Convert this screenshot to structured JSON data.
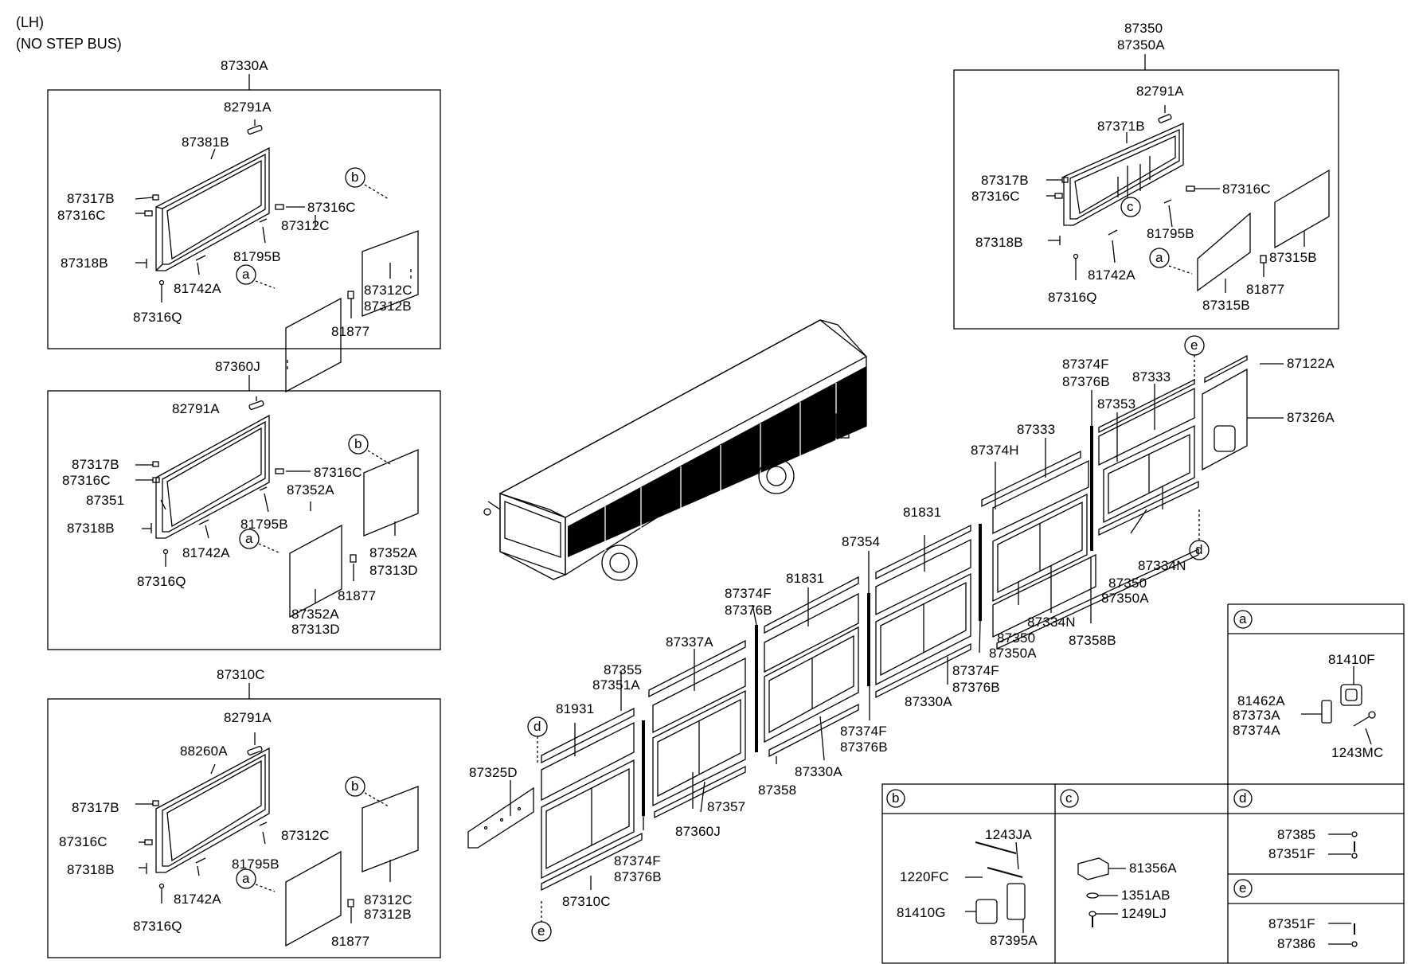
{
  "header": {
    "line1": "(LH)",
    "line2": "(NO STEP BUS)"
  },
  "boxes": {
    "b1": {
      "title": "87330A",
      "p1": "82791A",
      "p2": "87381B",
      "p3": "87317B",
      "p4": "87316C",
      "p5": "87316C",
      "p6": "87312C",
      "p7": "87318B",
      "p8": "81795B",
      "p9": "81742A",
      "p10": "87316Q",
      "p11": "87312C",
      "p12": "87312B",
      "p13": "81877",
      "ca": "a",
      "cb": "b"
    },
    "b2": {
      "title": "87360J",
      "p1": "82791A",
      "p2": "87317B",
      "p3": "87316C",
      "p4": "87316C",
      "p5": "87352A",
      "p6": "87351",
      "p7": "87318B",
      "p8": "81795B",
      "p9": "81742A",
      "p10": "87316Q",
      "p11": "87352A",
      "p12": "87313D",
      "p13": "81877",
      "p14": "87352A",
      "p15": "87313D",
      "ca": "a",
      "cb": "b"
    },
    "b3": {
      "title": "87310C",
      "p1": "82791A",
      "p2": "88260A",
      "p3": "87317B",
      "p4": "87316C",
      "p5": "87312C",
      "p6": "87318B",
      "p7": "81795B",
      "p8": "81742A",
      "p9": "87316Q",
      "p10": "87312C",
      "p11": "87312B",
      "p12": "81877",
      "ca": "a",
      "cb": "b"
    },
    "b4": {
      "title1": "87350",
      "title2": "87350A",
      "p1": "82791A",
      "p2": "87371B",
      "p3": "87317B",
      "p4": "87316C",
      "p5": "87316C",
      "p6": "87318B",
      "p7": "81795B",
      "p8": "81742A",
      "p9": "87316Q",
      "p10": "87315B",
      "p11": "81877",
      "p12": "87315B",
      "ca": "a",
      "cc": "c"
    }
  },
  "main": {
    "m1": "87374F",
    "m2": "87376B",
    "m3": "87333",
    "m4": "87353",
    "m5": "87333",
    "m6": "87374H",
    "m7": "87122A",
    "m8": "87326A",
    "m9": "81831",
    "m10": "87354",
    "m11": "81831",
    "m12": "87374F",
    "m13": "87376B",
    "m14": "87337A",
    "m15": "87355",
    "m16": "87351A",
    "m17": "81931",
    "m18": "87325D",
    "m19": "87334N",
    "m20": "87350",
    "m21": "87350A",
    "m22": "87334N",
    "m23": "87350",
    "m24": "87350A",
    "m25": "87358B",
    "m26": "87374F",
    "m27": "87376B",
    "m28": "87330A",
    "m29": "87374F",
    "m30": "87376B",
    "m31": "87330A",
    "m32": "87358",
    "m33": "87357",
    "m34": "87360J",
    "m35": "87374F",
    "m36": "87376B",
    "m37": "87310C",
    "cd1": "d",
    "cd2": "d",
    "ce1": "e",
    "ce2": "e"
  },
  "detail": {
    "a": {
      "tag": "a",
      "p1": "81410F",
      "p2": "81462A",
      "p3": "87373A",
      "p4": "87374A",
      "p5": "1243MC"
    },
    "b": {
      "tag": "b",
      "p1": "1243JA",
      "p2": "1220FC",
      "p3": "81410G",
      "p4": "87395A"
    },
    "c": {
      "tag": "c",
      "p1": "81356A",
      "p2": "1351AB",
      "p3": "1249LJ"
    },
    "d": {
      "tag": "d",
      "p1": "87385",
      "p2": "87351F"
    },
    "e": {
      "tag": "e",
      "p1": "87351F",
      "p2": "87386"
    }
  }
}
